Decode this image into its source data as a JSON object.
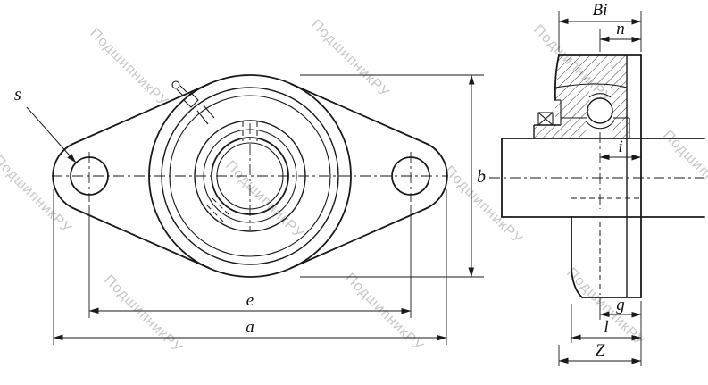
{
  "watermark": {
    "text": "ПодшипникРУ",
    "color": "#c8c8c8"
  },
  "labels": {
    "s": "s",
    "b": "b",
    "e": "e",
    "a": "a",
    "Bi": "Bi",
    "n": "n",
    "i": "i",
    "g": "g",
    "l": "l",
    "Z": "Z"
  },
  "colors": {
    "line": "#1a1a1a",
    "background": "#ffffff"
  }
}
